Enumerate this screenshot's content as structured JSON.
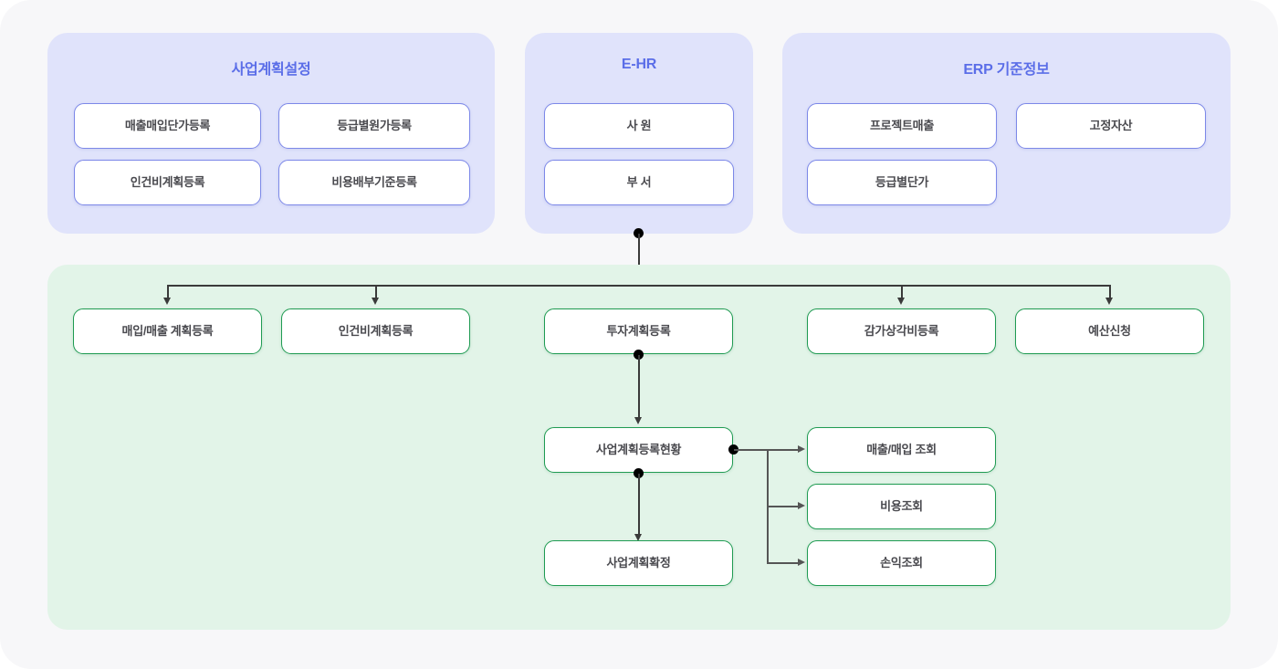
{
  "colors": {
    "panel_blue_bg": "#e0e3fb",
    "panel_green_bg": "#e2f4e8",
    "title_blue": "#5b6ee8",
    "node_blue_border": "#7c88e8",
    "node_green_border": "#1f9b52",
    "node_text": "#4a4a4f",
    "connector": "#3a3a3a",
    "page_bg": "#f7f7f9"
  },
  "panels": {
    "business_plan_setup": {
      "title": "사업계획설정",
      "nodes": [
        {
          "label": "매출매입단가등록"
        },
        {
          "label": "등급별원가등록"
        },
        {
          "label": "인건비계획등록"
        },
        {
          "label": "비용배부기준등록"
        }
      ]
    },
    "ehr": {
      "title": "E-HR",
      "nodes": [
        {
          "label": "사 원"
        },
        {
          "label": "부 서"
        }
      ]
    },
    "erp_master": {
      "title": "ERP 기준정보",
      "nodes": [
        {
          "label": "프로젝트매출"
        },
        {
          "label": "고정자산"
        },
        {
          "label": "등급별단가"
        }
      ]
    },
    "planning_flow": {
      "title": "",
      "top_row": [
        {
          "label": "매입/매출 계획등록"
        },
        {
          "label": "인건비계획등록"
        },
        {
          "label": "투자계획등록"
        },
        {
          "label": "감가상각비등록"
        },
        {
          "label": "예산신청"
        }
      ],
      "status_node": {
        "label": "사업계획등록현황"
      },
      "confirm_node": {
        "label": "사업계획확정"
      },
      "inquiry_nodes": [
        {
          "label": "매출/매입 조회"
        },
        {
          "label": "비용조회"
        },
        {
          "label": "손익조회"
        }
      ]
    }
  }
}
